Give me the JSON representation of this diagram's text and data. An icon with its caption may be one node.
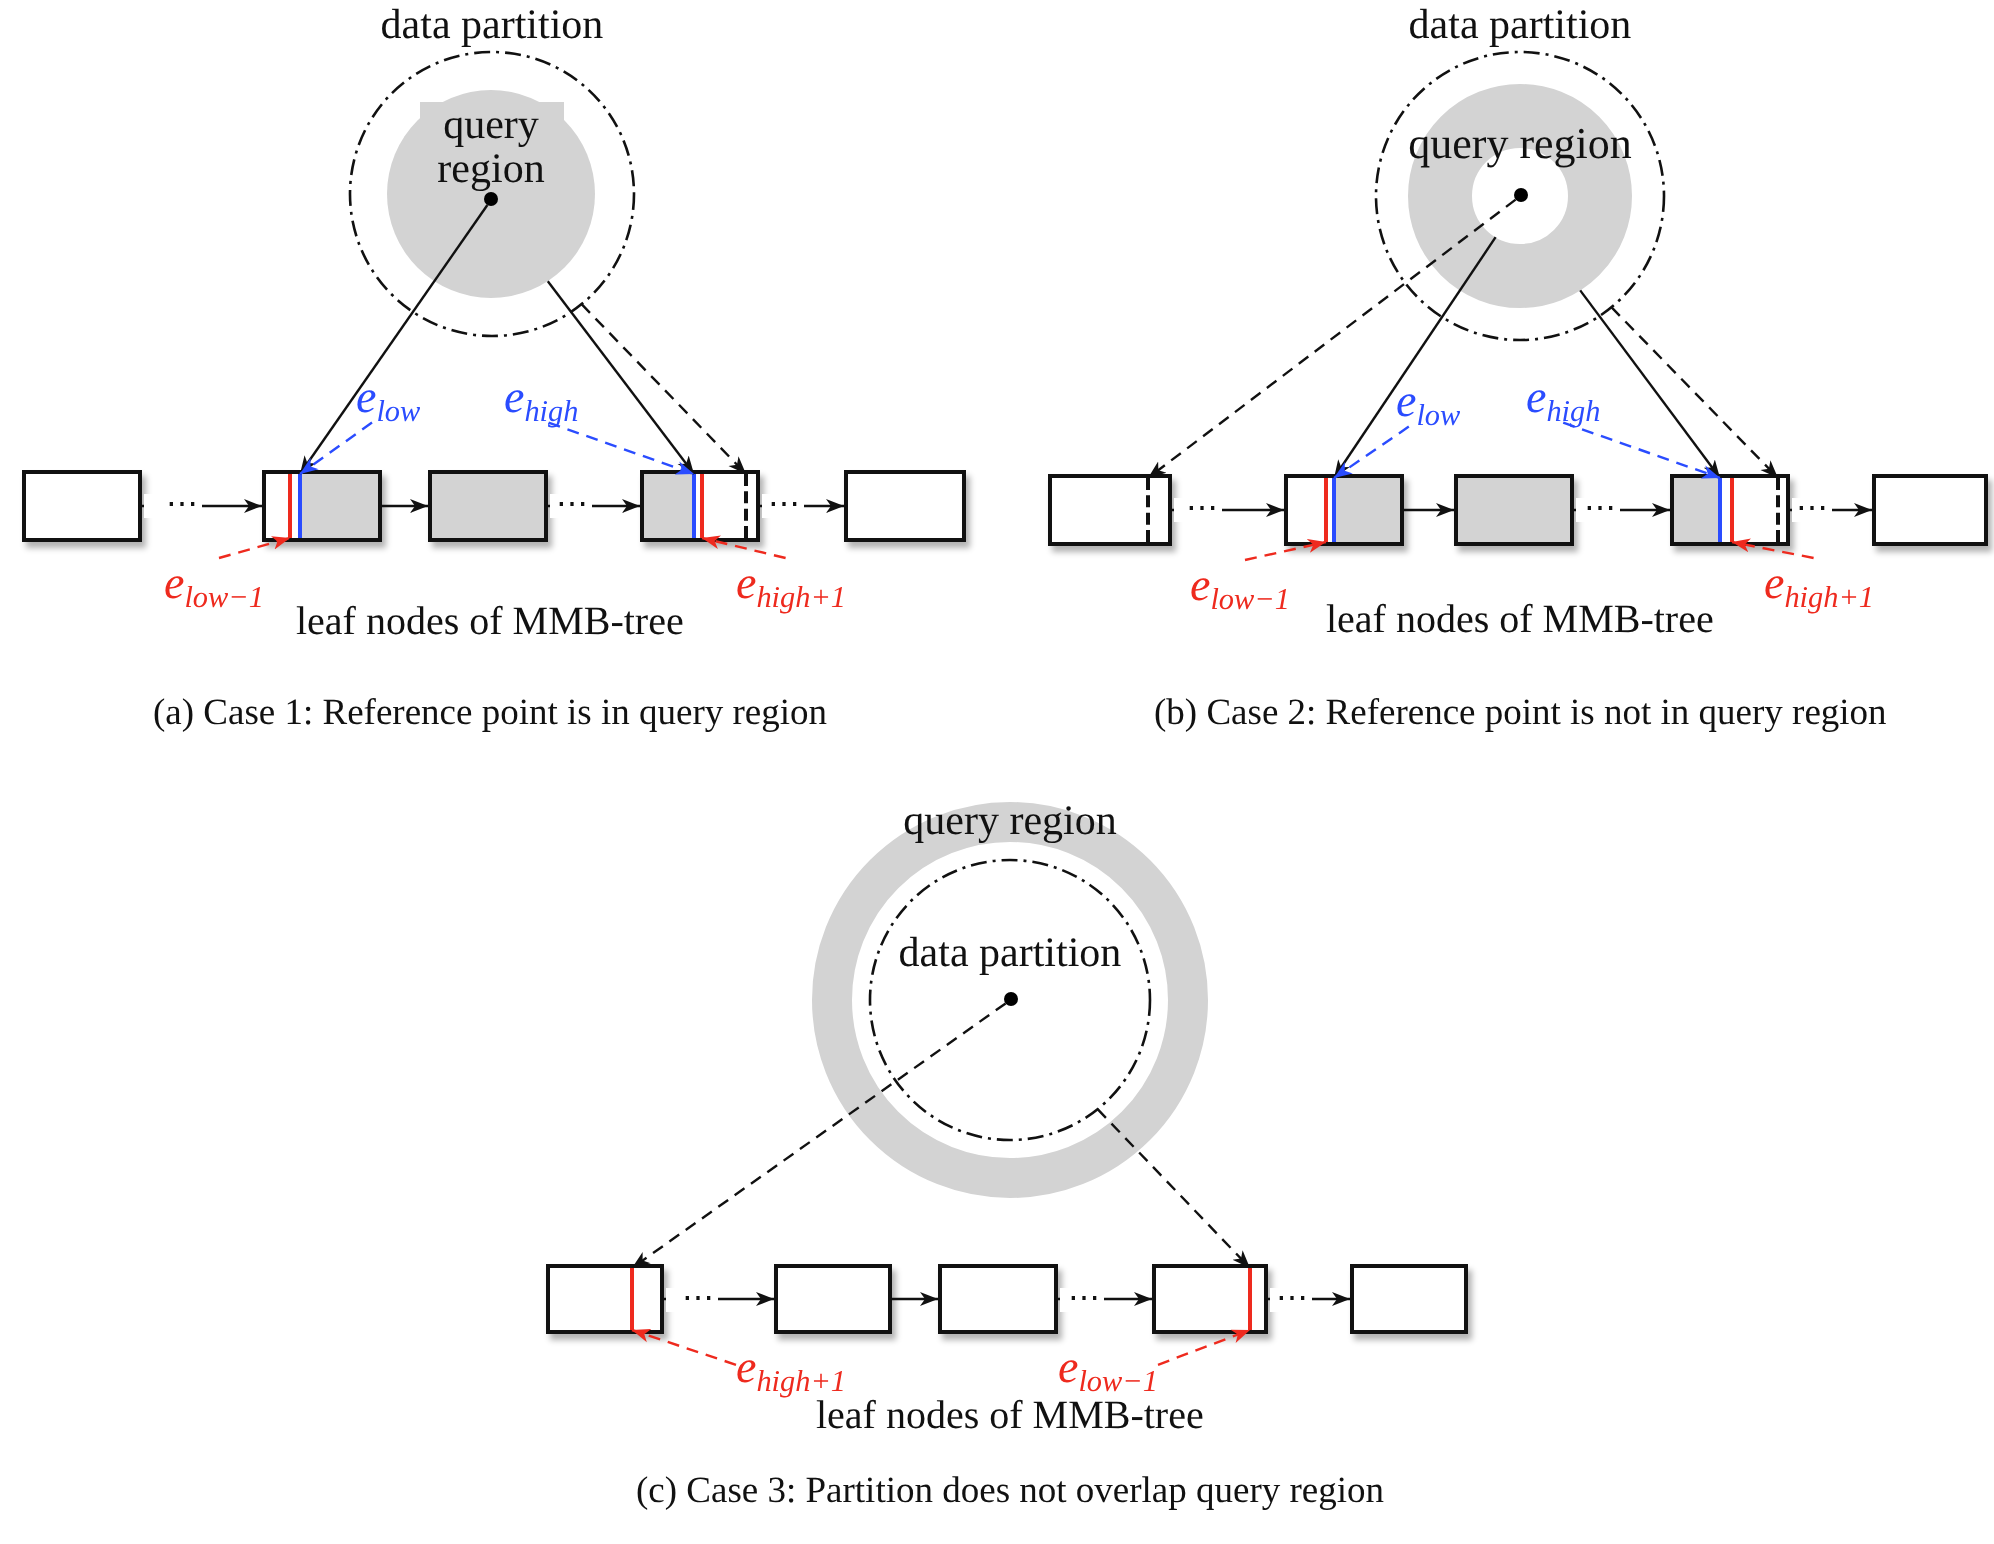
{
  "diagram": {
    "nodes": [
      {
        "text": [
          "data partition"
        ]
      },
      {
        "text": [
          "query region"
        ],
        "in": 0
      },
      {
        "text": [],
        "shape": "circle",
        "in": 1
      },
      {
        "text": [],
        "shape": "box"
      },
      {
        "text": [],
        "shape": "box"
      },
      {
        "text": [],
        "shape": "bar",
        "in": 4
      },
      {
        "text": [],
        "shape": "bar",
        "in": 4
      },
      {
        "text": [],
        "shape": "box"
      },
      {
        "text": [],
        "shape": "box"
      },
      {
        "text": [],
        "shape": "bar",
        "in": 8
      },
      {
        "text": [],
        "shape": "bar",
        "in": 8
      },
      {
        "text": [],
        "shape": "bar",
        "in": 8
      },
      {
        "text": [],
        "shape": "box"
      },
      {
        "text": [
          "e$_{low}$"
        ]
      },
      {
        "text": [
          "e$_{high}$"
        ]
      },
      {
        "text": [
          "e$_{low−1}$"
        ]
      },
      {
        "text": [
          "e$_{high+1}$"
        ]
      },
      {
        "text": [
          "data partition"
        ]
      },
      {
        "text": [
          "query region"
        ],
        "in": 17
      },
      {
        "text": [],
        "shape": "circle",
        "in": 18
      },
      {
        "text": [],
        "shape": "box"
      },
      {
        "text": [],
        "shape": "bar",
        "in": 20
      },
      {
        "text": [],
        "shape": "box"
      },
      {
        "text": [],
        "shape": "bar",
        "in": 22
      },
      {
        "text": [],
        "shape": "bar",
        "in": 22
      },
      {
        "text": [],
        "shape": "box"
      },
      {
        "text": [],
        "shape": "box"
      },
      {
        "text": [],
        "shape": "bar",
        "in": 26
      },
      {
        "text": [],
        "shape": "bar",
        "in": 26
      },
      {
        "text": [],
        "shape": "bar",
        "in": 26
      },
      {
        "text": [],
        "shape": "box"
      },
      {
        "text": [
          "e$_{low}$"
        ]
      },
      {
        "text": [
          "e$_{high}$"
        ]
      },
      {
        "text": [
          "e$_{low−1}$"
        ]
      },
      {
        "text": [
          "e$_{high+1}$"
        ]
      },
      {
        "text": [
          "query region"
        ]
      },
      {
        "text": [
          "data partition"
        ],
        "in": 35
      },
      {
        "text": [],
        "shape": "circle",
        "in": 36
      },
      {
        "text": [],
        "shape": "box"
      },
      {
        "text": [],
        "shape": "bar",
        "in": 38
      },
      {
        "text": [],
        "shape": "box"
      },
      {
        "text": [],
        "shape": "box"
      },
      {
        "text": [],
        "shape": "box"
      },
      {
        "text": [],
        "shape": "bar",
        "in": 42
      },
      {
        "text": [],
        "shape": "box"
      },
      {
        "text": [
          "e$_{high+1}$"
        ]
      },
      {
        "text": [
          "e$_{low−1}$"
        ]
      }
    ],
    "edges": [
      {
        "from": 2,
        "to": 6,
        "arrow": "to"
      },
      {
        "from": 1,
        "to": 9,
        "arrow": "to"
      },
      {
        "from": 0,
        "to": 11,
        "arrow": "to",
        "style": "dashed"
      },
      {
        "from": 3,
        "to": 4,
        "arrow": "to",
        "label": "⋯"
      },
      {
        "from": 4,
        "to": 7,
        "arrow": "to"
      },
      {
        "from": 7,
        "to": 8,
        "arrow": "to",
        "label": "⋯"
      },
      {
        "from": 8,
        "to": 12,
        "arrow": "to",
        "label": "⋯"
      },
      {
        "from": 13,
        "to": 6,
        "arrow": "to",
        "style": "dashed",
        "color": "#2a4cff"
      },
      {
        "from": 14,
        "to": 9,
        "arrow": "to",
        "style": "dashed",
        "color": "#2a4cff"
      },
      {
        "from": 15,
        "to": 5,
        "arrow": "to",
        "style": "dashed",
        "color": "#ee2a1e"
      },
      {
        "from": 16,
        "to": 10,
        "arrow": "to",
        "style": "dashed",
        "color": "#ee2a1e"
      },
      {
        "from": 19,
        "to": 21,
        "arrow": "to",
        "style": "dashed"
      },
      {
        "from": 18,
        "to": 24,
        "arrow": "to"
      },
      {
        "from": 18,
        "to": 27,
        "arrow": "to"
      },
      {
        "from": 17,
        "to": 29,
        "arrow": "to",
        "style": "dashed"
      },
      {
        "from": 20,
        "to": 22,
        "arrow": "to",
        "label": "⋯"
      },
      {
        "from": 22,
        "to": 25,
        "arrow": "to"
      },
      {
        "from": 25,
        "to": 26,
        "arrow": "to",
        "label": "⋯"
      },
      {
        "from": 26,
        "to": 30,
        "arrow": "to",
        "label": "⋯"
      },
      {
        "from": 31,
        "to": 24,
        "arrow": "to",
        "style": "dashed",
        "color": "#2a4cff"
      },
      {
        "from": 32,
        "to": 27,
        "arrow": "to",
        "style": "dashed",
        "color": "#2a4cff"
      },
      {
        "from": 33,
        "to": 23,
        "arrow": "to",
        "style": "dashed",
        "color": "#ee2a1e"
      },
      {
        "from": 34,
        "to": 28,
        "arrow": "to",
        "style": "dashed",
        "color": "#ee2a1e"
      },
      {
        "from": 37,
        "to": 39,
        "arrow": "to",
        "style": "dashed"
      },
      {
        "from": 36,
        "to": 43,
        "arrow": "to",
        "style": "dashed"
      },
      {
        "from": 38,
        "to": 40,
        "arrow": "to",
        "label": "⋯"
      },
      {
        "from": 40,
        "to": 41,
        "arrow": "to"
      },
      {
        "from": 41,
        "to": 42,
        "arrow": "to",
        "label": "⋯"
      },
      {
        "from": 42,
        "to": 44,
        "arrow": "to",
        "label": "⋯"
      },
      {
        "from": 45,
        "to": 39,
        "arrow": "to",
        "style": "dashed",
        "color": "#ee2a1e"
      },
      {
        "from": 46,
        "to": 43,
        "arrow": "to",
        "style": "dashed",
        "color": "#ee2a1e"
      }
    ],
    "labels": [
      "leaf nodes of MMB-tree",
      "(a) Case 1: Reference point is in query region",
      "leaf nodes of MMB-tree",
      "(b) Case 2: Reference point is not in query region",
      "leaf nodes of MMB-tree",
      "(c) Case 3: Partition does not overlap query region"
    ]
  }
}
